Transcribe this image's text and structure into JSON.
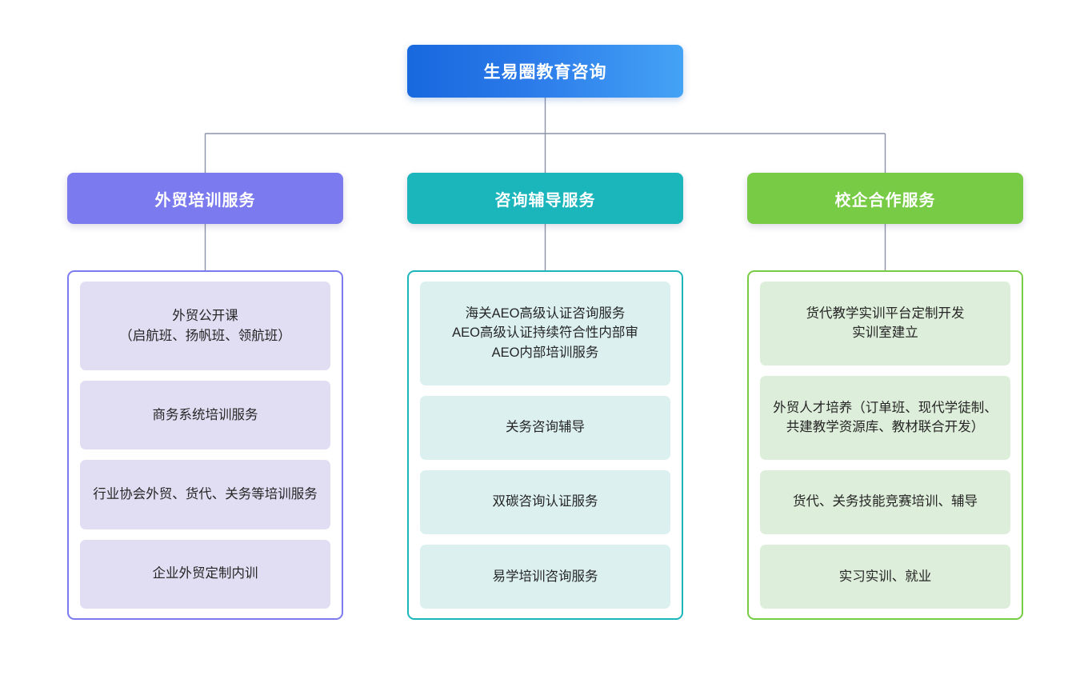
{
  "diagram": {
    "type": "organizational-tree",
    "root": {
      "label": "生易圈教育咨询",
      "color": "#1868DE",
      "color_end": "#44A3F5"
    },
    "branches": [
      {
        "label": "外贸培训服务",
        "color": "#7B7BEF",
        "panel_border": "#7B7BEF",
        "item_fill": "#E1DEF3",
        "items": [
          {
            "label": "外贸公开课\n（启航班、扬帆班、领航班）"
          },
          {
            "label": "商务系统培训服务"
          },
          {
            "label": "行业协会外贸、货代、关务等培训服务"
          },
          {
            "label": "企业外贸定制内训"
          }
        ]
      },
      {
        "label": "咨询辅导服务",
        "color": "#1BB5BC",
        "panel_border": "#1BB5BC",
        "item_fill": "#DCF0F0",
        "items": [
          {
            "label": "海关AEO高级认证咨询服务\nAEO高级认证持续符合性内部审\nAEO内部培训服务"
          },
          {
            "label": "关务咨询辅导"
          },
          {
            "label": "双碳咨询认证服务"
          },
          {
            "label": "易学培训咨询服务"
          }
        ]
      },
      {
        "label": "校企合作服务",
        "color": "#77CB45",
        "panel_border": "#77CB45",
        "item_fill": "#DDEEDA",
        "items": [
          {
            "label": "货代教学实训平台定制开发\n实训室建立"
          },
          {
            "label": "外贸人才培养（订单班、现代学徒制、共建教学资源库、教材联合开发）"
          },
          {
            "label": "货代、关务技能竞赛培训、辅导"
          },
          {
            "label": "实习实训、就业"
          }
        ]
      }
    ],
    "connector_color": "#8C93A8",
    "background": "#FFFFFF"
  }
}
